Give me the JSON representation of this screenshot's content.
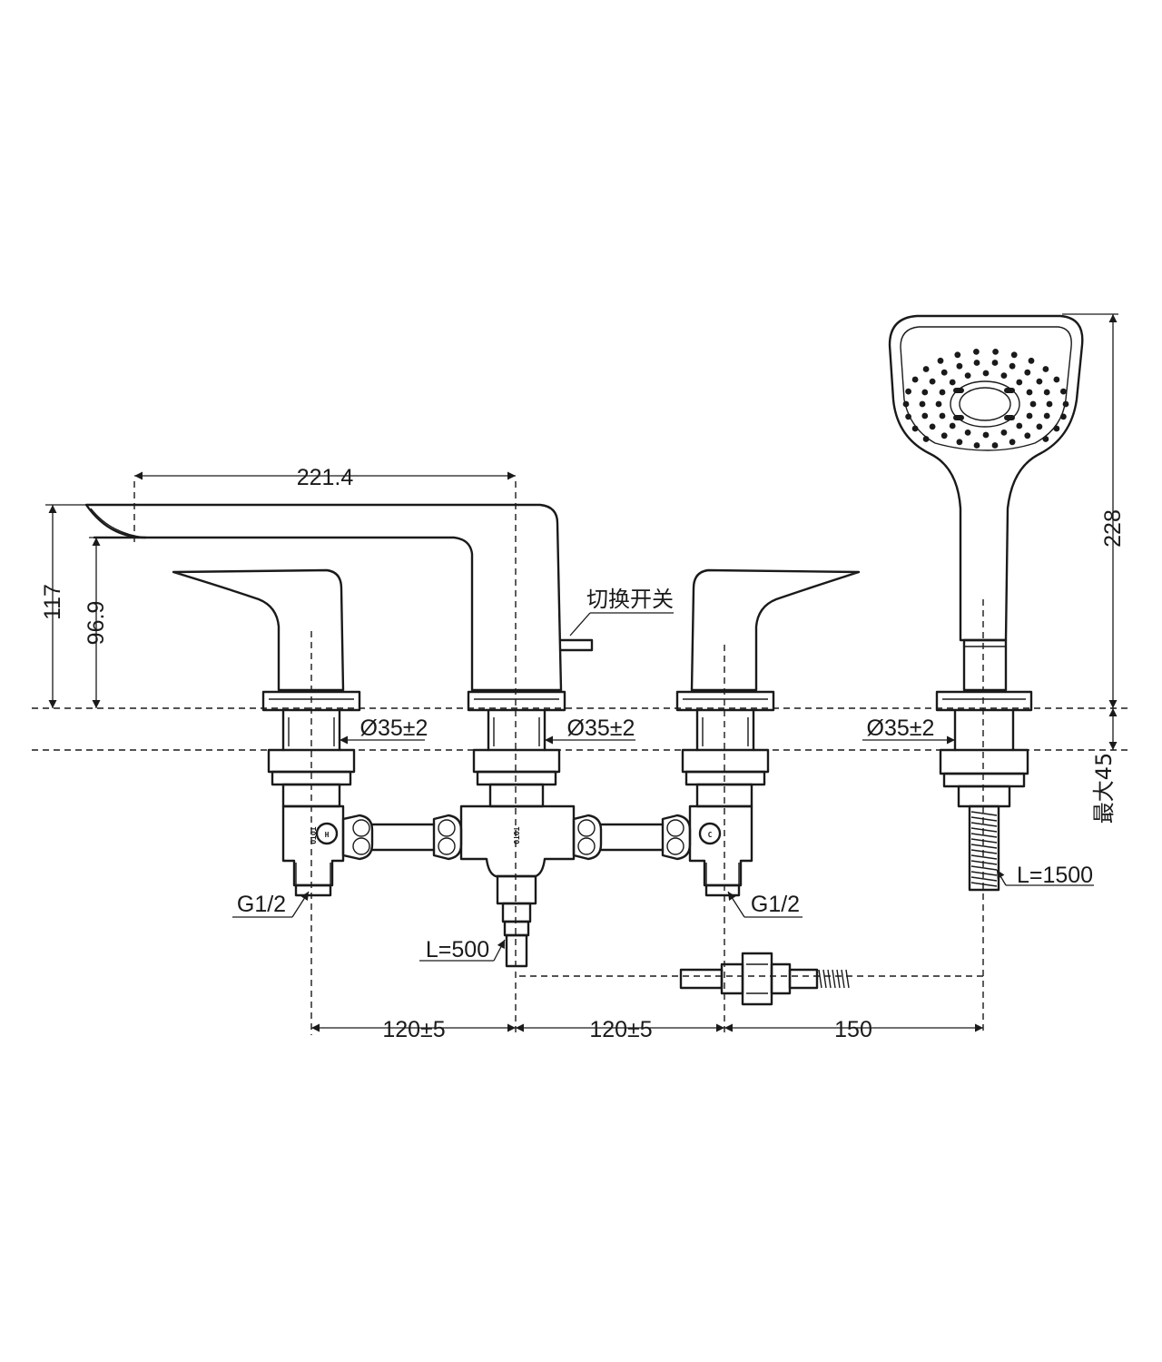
{
  "dimensions": {
    "spout_reach": "221.4",
    "total_height": "117",
    "spout_height": "96.9",
    "hand_shower_length": "228",
    "max_deck_thickness": "最大45",
    "hole_dia_1": "Ø35±2",
    "hole_dia_2": "Ø35±2",
    "hole_dia_3": "Ø35±2",
    "spacing_left": "120±5",
    "spacing_right": "120±5",
    "spacing_shower": "150",
    "inlet_left": "G1/2",
    "inlet_right": "G1/2",
    "outlet_hose": "L=500",
    "shower_hose": "L=1500"
  },
  "labels": {
    "diverter": "切换开关",
    "hot_mark": "H",
    "cold_mark": "C",
    "brand_mark": "TOTO"
  },
  "colors": {
    "line": "#1a1a1a",
    "background": "#ffffff"
  }
}
